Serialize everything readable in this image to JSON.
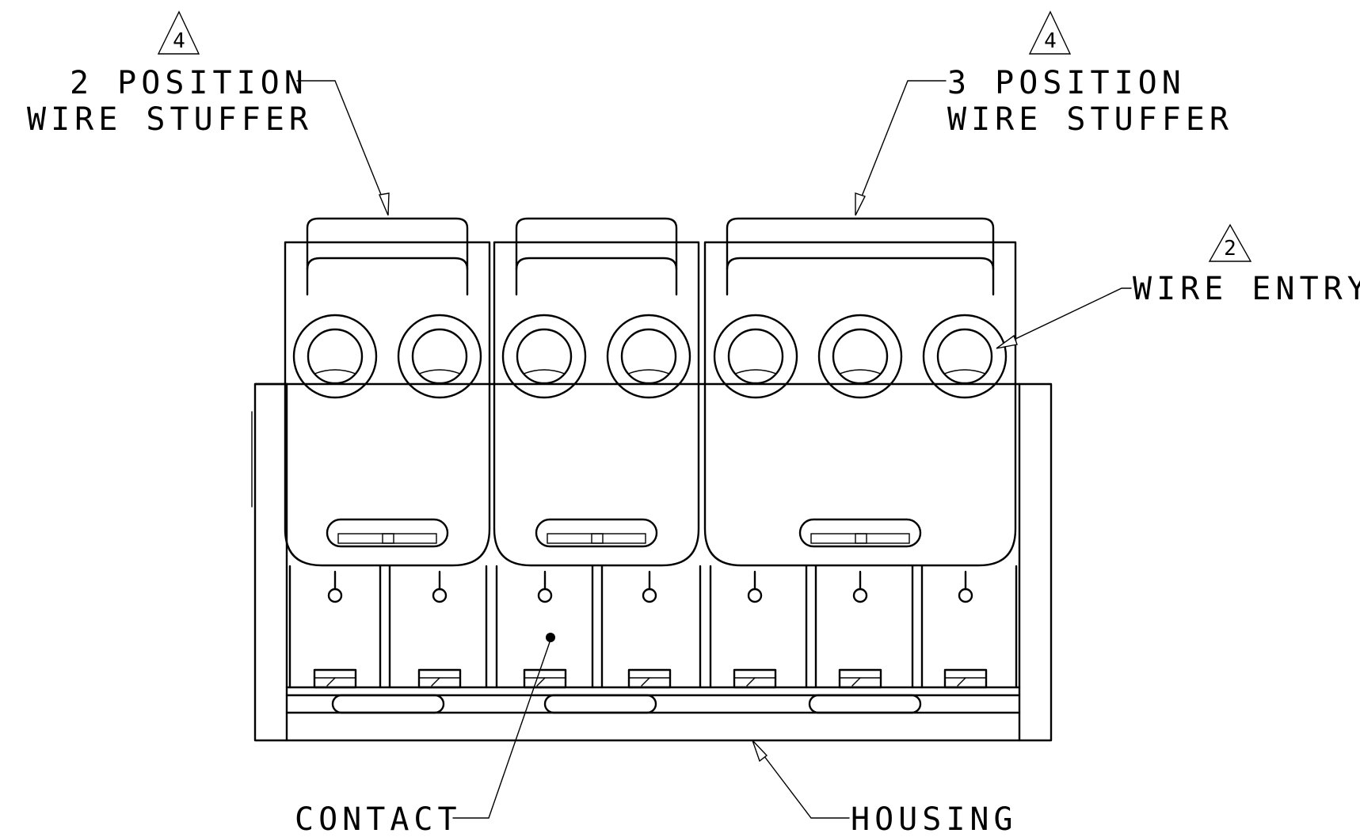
{
  "labels": {
    "stuffer_2": {
      "line1": "2 POSITION",
      "line2": "WIRE STUFFER",
      "flag": "4"
    },
    "stuffer_3": {
      "line1": "3 POSITION",
      "line2": "WIRE STUFFER",
      "flag": "4"
    },
    "wire_entry": {
      "text": "WIRE ENTRY",
      "flag": "2"
    },
    "contact": {
      "text": "CONTACT"
    },
    "housing": {
      "text": "HOUSING"
    }
  },
  "stuffers": [
    {
      "positions": 2
    },
    {
      "positions": 2
    },
    {
      "positions": 3
    }
  ],
  "colors": {
    "line": "#000000",
    "background": "#ffffff"
  }
}
